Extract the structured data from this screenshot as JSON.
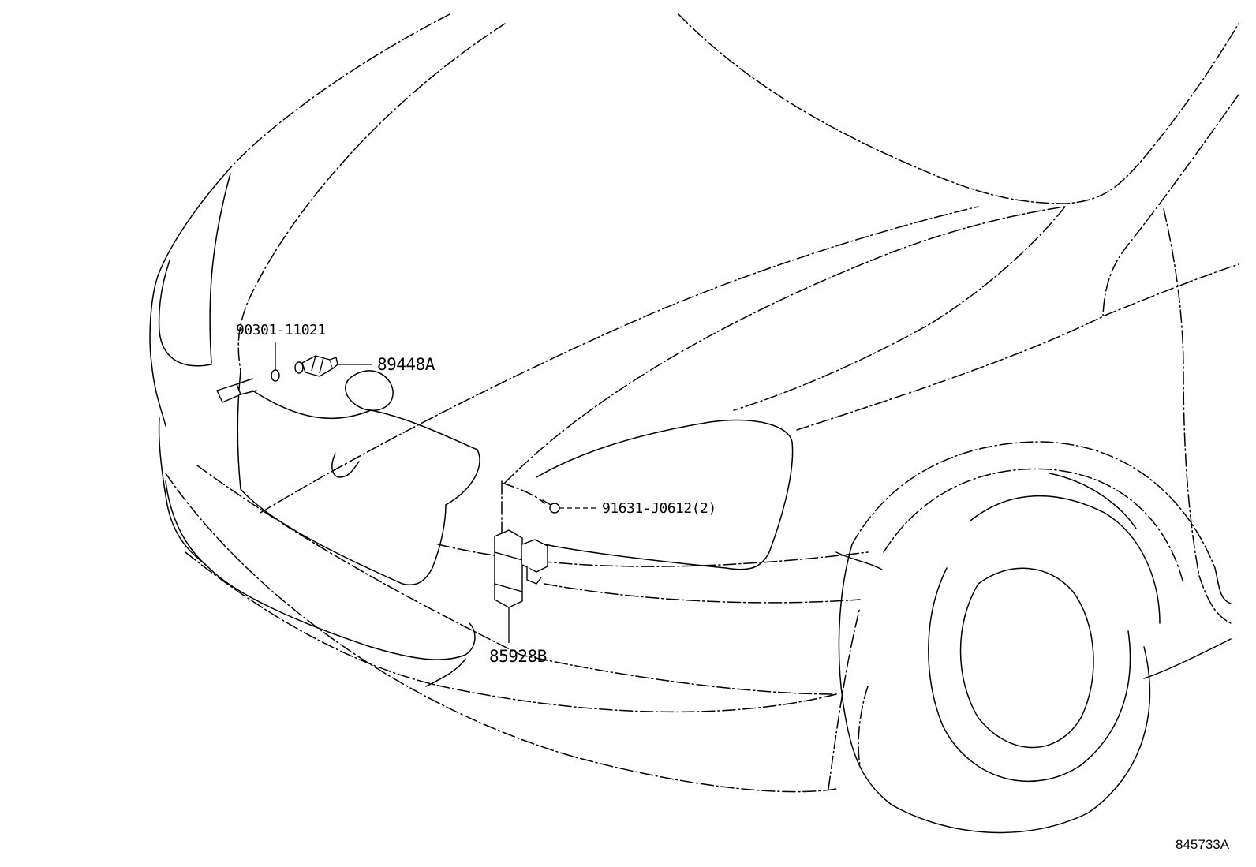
{
  "callouts": [
    {
      "id": "c1",
      "label": "90301-11021"
    },
    {
      "id": "c2",
      "label": "89448A"
    },
    {
      "id": "c3",
      "label": "91631-J0612(2)"
    },
    {
      "id": "c4",
      "label": "85928B"
    }
  ],
  "diagram_ref": "845733A"
}
